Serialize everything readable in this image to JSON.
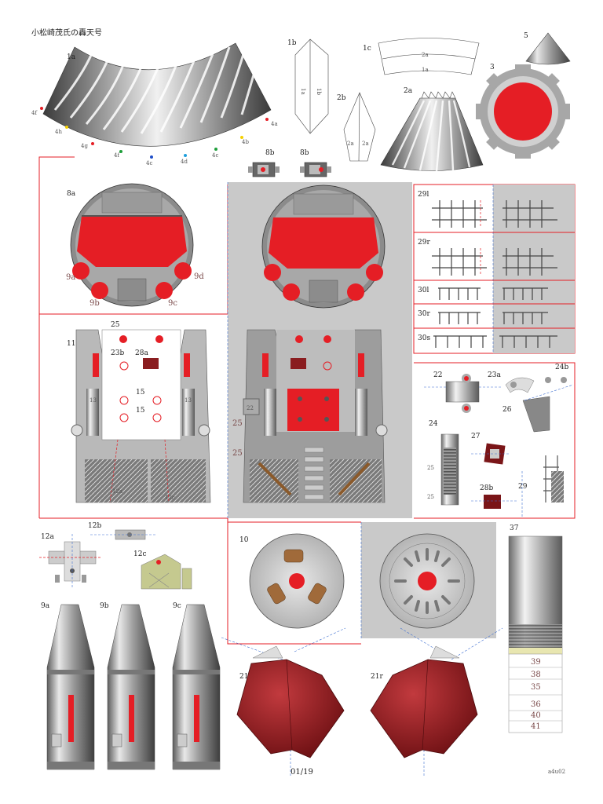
{
  "header": {
    "title": "小松崎茂氏の轟天号",
    "footer_page": "01/19",
    "footer_code": "a4u02"
  },
  "parts": {
    "p1a": "1a",
    "p1b": "1b",
    "p1c": "1c",
    "p2a": "2a",
    "p2b": "2b",
    "p3": "3",
    "p5": "5",
    "p8a": "8a",
    "p8b_left": "8b",
    "p8b_right": "8b",
    "p9a": "9a",
    "p9b": "9b",
    "p9c": "9c",
    "p9d": "9d",
    "p10": "10",
    "p11": "11",
    "p12a": "12a",
    "p12b": "12b",
    "p12c": "12c",
    "p13": "13",
    "p15": "15",
    "p22": "22",
    "p23a": "23a",
    "p23b": "23b",
    "p24": "24",
    "p24b": "24b",
    "p25": "25",
    "p26": "26",
    "p27": "27",
    "p28a": "28a",
    "p28b": "28b",
    "p29": "29",
    "p29l": "29l",
    "p29r": "29r",
    "p30l": "30l",
    "p30r": "30r",
    "p30s": "30s",
    "p21l": "21l",
    "p21r": "21r",
    "p37": "37",
    "p39": "39",
    "p38": "38",
    "p35": "35",
    "p36": "36",
    "p40": "40",
    "p41": "41",
    "p4a": "4a",
    "p4b": "4b",
    "p4c": "4c",
    "p4d": "4d",
    "p4f": "4f",
    "p4g": "4g",
    "p4h": "4h"
  },
  "glue_labels": {
    "l1a": "1a",
    "l2a": "2a"
  },
  "vertical_text": {
    "l1": "1a",
    "l2": "1b"
  },
  "colors": {
    "accent": "#e51e25",
    "metal": "#9a9a9a",
    "panel": "#c8c8c8",
    "maroon": "#8a1d20"
  }
}
